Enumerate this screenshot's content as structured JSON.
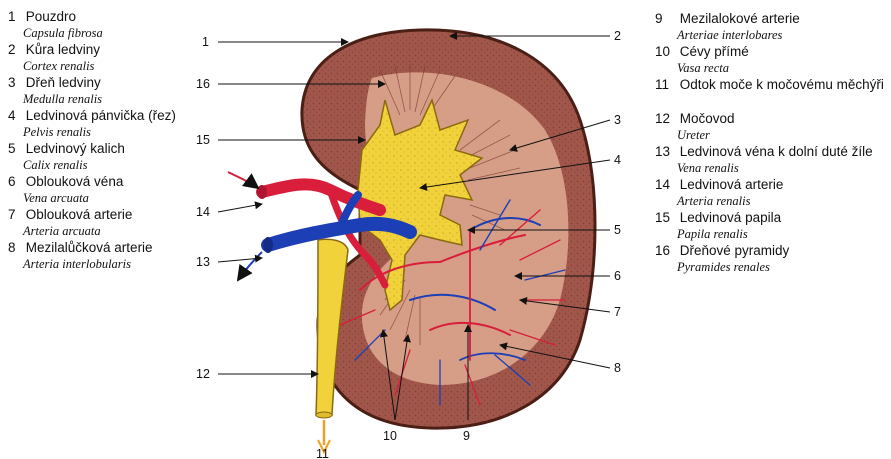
{
  "legend_left": [
    {
      "num": "1",
      "cz": "Pouzdro",
      "la": "Capsula fibrosa"
    },
    {
      "num": "2",
      "cz": "Kůra ledviny",
      "la": "Cortex renalis"
    },
    {
      "num": "3",
      "cz": "Dřeň ledviny",
      "la": "Medulla renalis"
    },
    {
      "num": "4",
      "cz": "Ledvinová pánvička (řez)",
      "la": "Pelvis renalis"
    },
    {
      "num": "5",
      "cz": "Ledvinový kalich",
      "la": "Calix renalis"
    },
    {
      "num": "6",
      "cz": "Oblouková véna",
      "la": "Vena arcuata"
    },
    {
      "num": "7",
      "cz": "Oblouková arterie",
      "la": "Arteria arcuata"
    },
    {
      "num": "8",
      "cz": "Mezilalůčková arterie",
      "la": "Arteria interlobularis"
    }
  ],
  "legend_right": [
    {
      "num": "9",
      "cz": "Mezilalokové arterie",
      "la": "Arteriae interlobares"
    },
    {
      "num": "10",
      "cz": "Cévy přímé",
      "la": "Vasa recta"
    },
    {
      "num": "11",
      "cz": "Odtok moče k močovému měchýři",
      "la": ""
    },
    {
      "num": "12",
      "cz": "Močovod",
      "la": "Ureter"
    },
    {
      "num": "13",
      "cz": "Ledvinová véna k dolní duté žíle",
      "la": "Vena renalis"
    },
    {
      "num": "14",
      "cz": "Ledvinová arterie",
      "la": "Arteria renalis"
    },
    {
      "num": "15",
      "cz": "Ledvinová papila",
      "la": "Papila renalis"
    },
    {
      "num": "16",
      "cz": "Dřeňové pyramidy",
      "la": "Pyramides renales"
    }
  ],
  "callouts": {
    "c1": "1",
    "c2": "2",
    "c3": "3",
    "c4": "4",
    "c5": "5",
    "c6": "6",
    "c7": "7",
    "c8": "8",
    "c9": "9",
    "c10": "10",
    "c11": "11",
    "c12": "12",
    "c13": "13",
    "c14": "14",
    "c15": "15",
    "c16": "16"
  },
  "colors": {
    "capsule": "#6b2f22",
    "cortex": "#a0564a",
    "medulla": "#dba58e",
    "pelvis": "#f2d23a",
    "artery": "#d81e3a",
    "vein": "#1d3fb5",
    "urine_arrow": "#f0a020"
  }
}
